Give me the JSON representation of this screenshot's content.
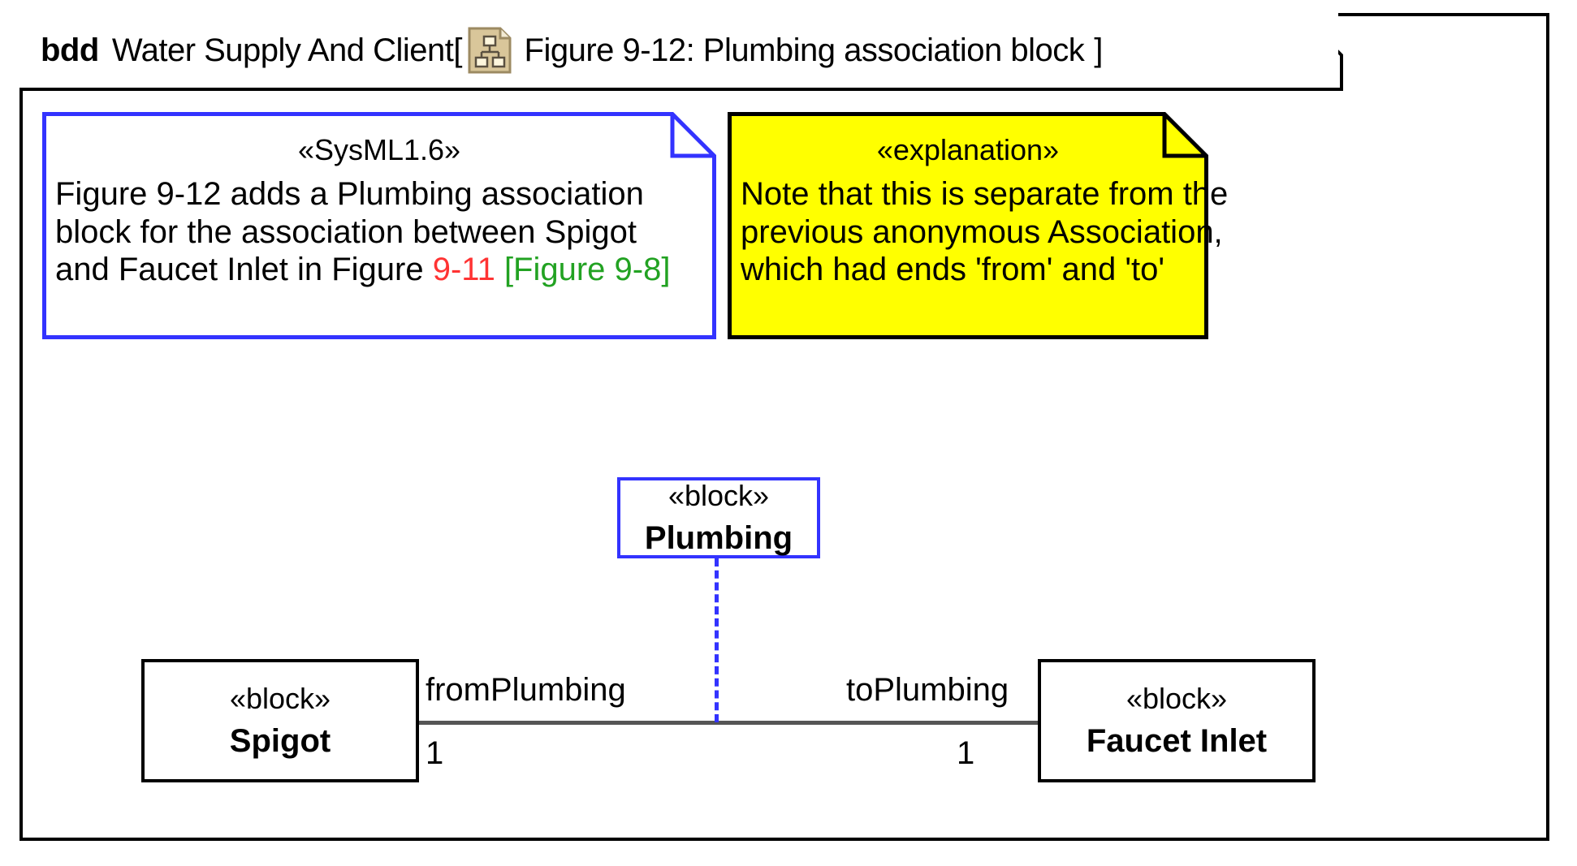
{
  "diagram": {
    "frame_header": {
      "keyword": "bdd",
      "model_name": "Water Supply And Client",
      "bracket_open": "[",
      "icon": "bdd-diagram-icon",
      "title": "Figure 9-12: Plumbing association block",
      "bracket_close": "]"
    },
    "notes": [
      {
        "id": "sysml-note",
        "stereotype": "«SysML1.6»",
        "border_color": "#3333ff",
        "fill_color": "#ffffff",
        "lines": [
          "Figure 9-12 adds a Plumbing association",
          "block for the association between Spigot"
        ],
        "last_line": {
          "plain_prefix": "and Faucet Inlet in Figure ",
          "red_text": "9-11",
          "green_text": "[Figure 9-8]"
        }
      },
      {
        "id": "explanation-note",
        "stereotype": "«explanation»",
        "border_color": "#000000",
        "fill_color": "#ffff00",
        "lines": [
          "Note that this is separate from the",
          "previous anonymous Association,",
          "which had ends 'from' and 'to'"
        ]
      }
    ],
    "blocks": [
      {
        "id": "plumbing",
        "stereotype": "«block»",
        "name": "Plumbing",
        "border_color": "#3333ff"
      },
      {
        "id": "spigot",
        "stereotype": "«block»",
        "name": "Spigot",
        "border_color": "#000000"
      },
      {
        "id": "faucet-inlet",
        "stereotype": "«block»",
        "name": "Faucet Inlet",
        "border_color": "#000000"
      }
    ],
    "association": {
      "line_color": "#555555",
      "dashed_link_color": "#3333ff",
      "ends": [
        {
          "role": "fromPlumbing",
          "multiplicity": "1"
        },
        {
          "role": "toPlumbing",
          "multiplicity": "1"
        }
      ]
    }
  }
}
